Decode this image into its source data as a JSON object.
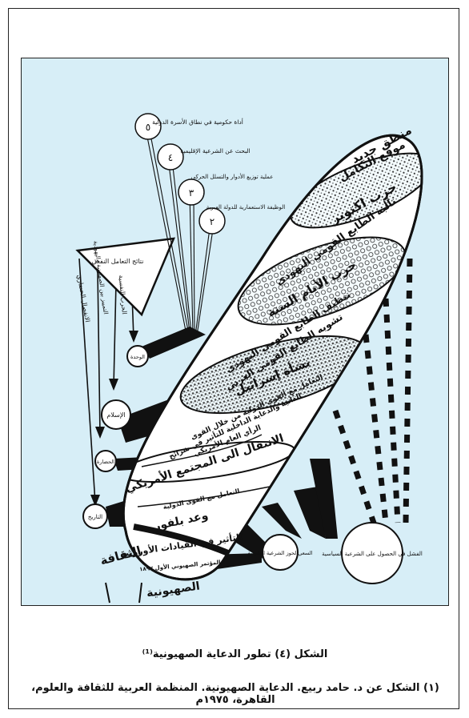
{
  "figure": {
    "bands": [
      {
        "title": "منطق جديد",
        "subtitle": "موقع التكامل"
      },
      {
        "title": "حرب اكتوبر",
        "note": "تآلبه الطابع القومي اليهودي"
      },
      {
        "title": "حرب الأيام الستة",
        "note1": "تنظيف الطابع القومي اليهودي",
        "note2": "تشويه الطابع القومي العربي"
      },
      {
        "title": "نشأة إسرائيل",
        "note": "التعامل مع القوى الدولية من خلال القوى"
      },
      {
        "title": "الانتقال الى المجتمع الأمريكي",
        "note1": "الذاتية والدعاية الداخلية للتأثير في شرائح",
        "note2": "الرأي العام الأمريكي",
        "note3": "التعامل مع القوى الدولية"
      },
      {
        "title": "وعد بلفور",
        "note": "التأثير في القيادات الأوروبية"
      },
      {
        "title": "المؤتمر الصهيوني الأول ١٨٩٧"
      }
    ],
    "triangle_label": "نتائج التعامل النفعي",
    "left_labels": [
      "الانفصال الحضاري",
      "التمييز بين الصهيونية واليهودية",
      "الحرب النفسية"
    ],
    "small_circles": [
      "الإسلام",
      "التاريخ",
      "الحضارة",
      "الوحدة"
    ],
    "fan_circles": [
      {
        "num": "٥",
        "label": "أداة حكومية في نطاق الأسرة الدولية"
      },
      {
        "num": "٤",
        "label": "البحث عن الشرعية الإقليمية"
      },
      {
        "num": "٣",
        "label": "عملية توزيع الأدوار والتسلل الحركي"
      },
      {
        "num": "٢",
        "label": "الوظيفة الاستعمارية للدولة العبرية"
      }
    ],
    "circle_legitimacy": "السعي لحوز الشرعية القانونية",
    "circle_failure": "الفشل في الحصول على الشرعية السياسية",
    "base_labels": [
      "الثقافة",
      "الصهيونية"
    ]
  },
  "caption": "الشكل (٤) تطور الدعاية الصهيونية⁽¹⁾",
  "source": "(١) الشكل عن د. حامد ربيع. الدعاية الصهيونية. المنظمة العربية للثقافة والعلوم، القاهرة، ١٩٧٥م"
}
